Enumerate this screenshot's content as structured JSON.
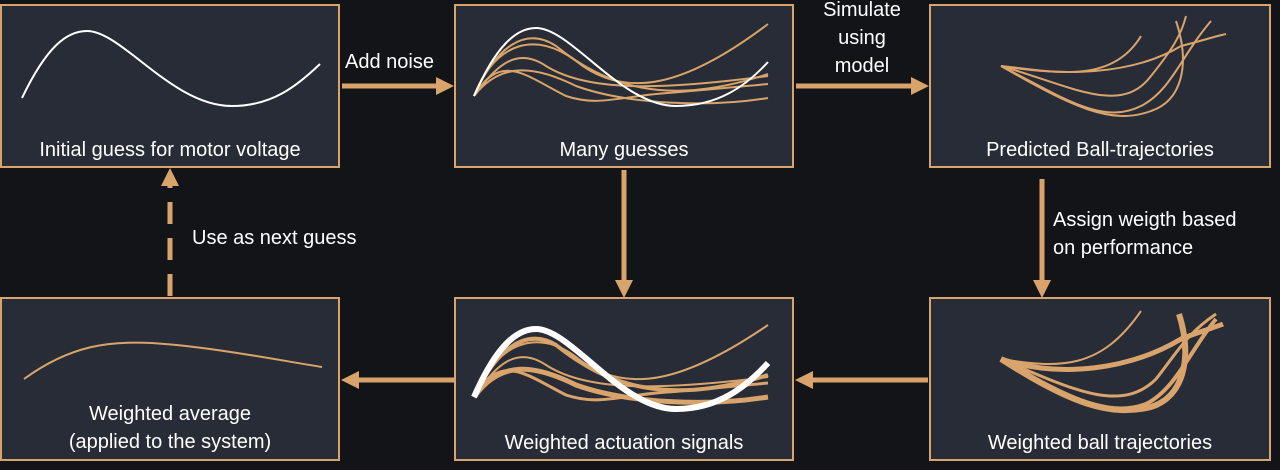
{
  "colors": {
    "accent": "#d9a46b",
    "box_bg": "#282c36",
    "page_bg": "#131418",
    "text": "#ffffff"
  },
  "boxes": {
    "initial_guess": {
      "caption": "Initial guess for motor voltage"
    },
    "many_guesses": {
      "caption": "Many guesses"
    },
    "predicted": {
      "caption": "Predicted Ball-trajectories"
    },
    "weighted_balls": {
      "caption": "Weighted ball trajectories"
    },
    "weighted_signals": {
      "caption": "Weighted actuation signals"
    },
    "weighted_average": {
      "caption_line1": "Weighted average",
      "caption_line2": "(applied to the system)"
    }
  },
  "arrows": {
    "add_noise": "Add noise",
    "simulate_line1": "Simulate",
    "simulate_line2": "using",
    "simulate_line3": "model",
    "assign_line1": "Assign weigth based",
    "assign_line2": "on performance",
    "next_guess": "Use as next guess"
  }
}
